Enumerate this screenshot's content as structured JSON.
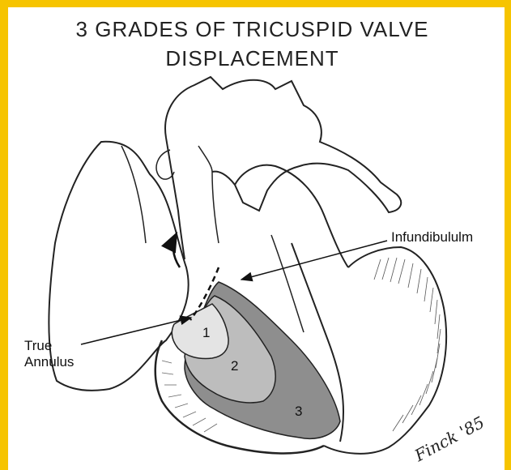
{
  "title": {
    "line1": "3 GRADES OF TRICUSPID VALVE",
    "line2": "DISPLACEMENT"
  },
  "labels": {
    "infundibulum": "Infundibululm",
    "true_annulus_line1": "True",
    "true_annulus_line2": "Annulus"
  },
  "grades": [
    "1",
    "2",
    "3"
  ],
  "signature": "Finck '85",
  "colors": {
    "frame": "#f6c400",
    "grade1": "#e4e4e4",
    "grade2": "#bdbdbd",
    "grade3": "#8e8e8e",
    "ink": "#222222"
  }
}
